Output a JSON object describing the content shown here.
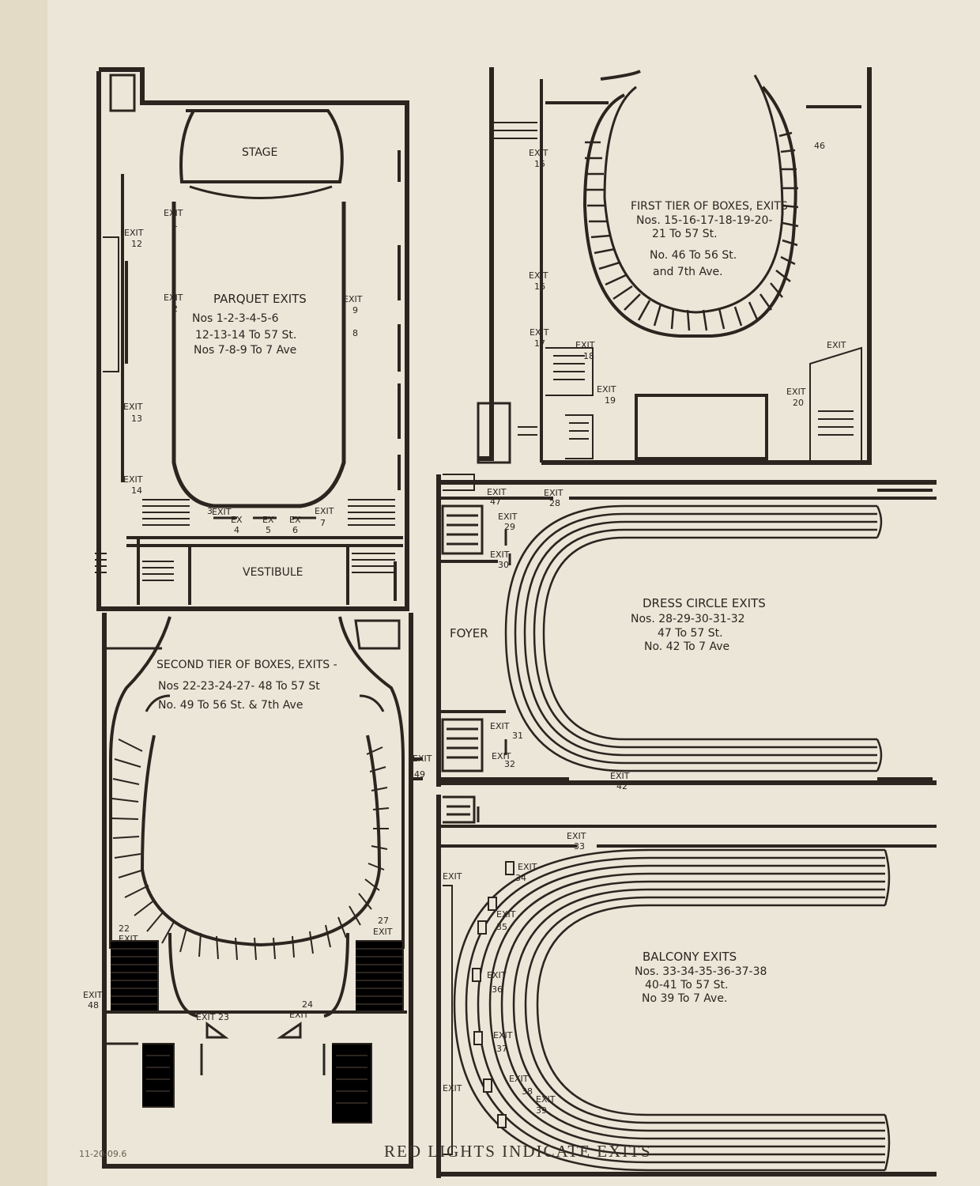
{
  "parquet": {
    "stage": "STAGE",
    "vestibule": "VESTIBULE",
    "title": "PARQUET EXITS",
    "line1": "Nos 1-2-3-4-5-6",
    "line2": "12-13-14 To 57 St.",
    "line3": "Nos 7-8-9 To 7 Ave",
    "exit_word": "EXIT",
    "ex_word": "EX",
    "exits": [
      "1",
      "2",
      "3",
      "4",
      "5",
      "6",
      "7",
      "8",
      "9",
      "12",
      "13",
      "14"
    ]
  },
  "first_tier": {
    "title": "FIRST TIER OF BOXES, EXITS",
    "line1": "Nos. 15-16-17-18-19-20-",
    "line2": "21 To 57 St.",
    "line3": "No. 46 To 56 St.",
    "line4": "and 7th Ave.",
    "exit_word": "EXIT",
    "exits": [
      "15",
      "16",
      "17",
      "18",
      "19",
      "20",
      "46"
    ],
    "exit_top_right": "EXIT"
  },
  "second_tier": {
    "title": "SECOND TIER OF BOXES, EXITS -",
    "line1": "Nos 22-23-24-27- 48 To 57 St",
    "line2": "No. 49 To 56 St. & 7th Ave",
    "exit_word": "EXIT",
    "exits": [
      "22",
      "23",
      "24",
      "27",
      "48",
      "49"
    ],
    "exit_23": "EXIT 23"
  },
  "dress_circle": {
    "foyer": "FOYER",
    "title": "DRESS CIRCLE EXITS",
    "line1": "Nos. 28-29-30-31-32",
    "line2": "47 To 57 St.",
    "line3": "No. 42 To 7 Ave",
    "exit_word": "EXIT",
    "exits": [
      "28",
      "29",
      "30",
      "31",
      "32",
      "42",
      "47"
    ]
  },
  "balcony": {
    "title": "BALCONY EXITS",
    "line1": "Nos. 33-34-35-36-37-38",
    "line2": "40-41 To 57 St.",
    "line3": "No 39 To 7 Ave.",
    "exit_word": "EXIT",
    "exits": [
      "33",
      "34",
      "35",
      "36",
      "37",
      "38",
      "39"
    ]
  },
  "caption": "RED LIGHTS INDICATE EXITS",
  "archive_note": "11-20-09.6"
}
